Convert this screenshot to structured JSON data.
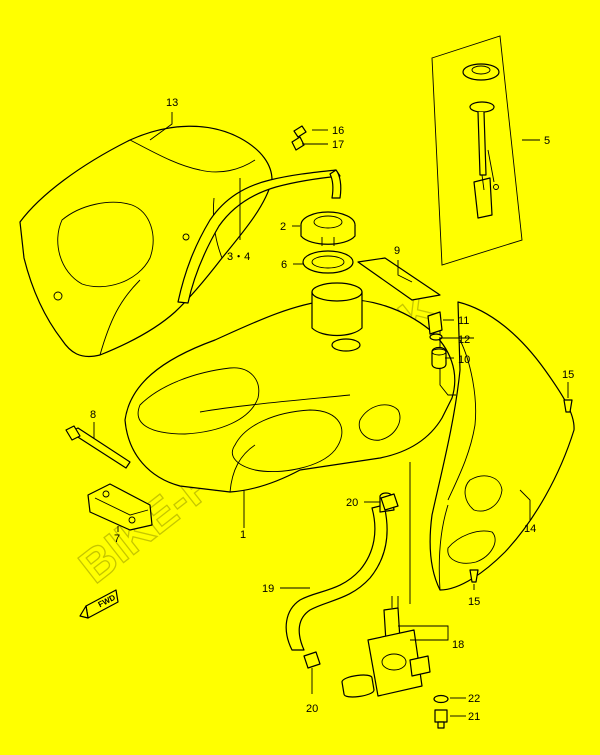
{
  "diagram": {
    "watermark": "BIKE-PARTS.CO.UK",
    "fwd_label": "FWD",
    "callouts": {
      "c1": "1",
      "c2": "2",
      "c3_4": "3・4",
      "c5": "5",
      "c6": "6",
      "c7": "7",
      "c8": "8",
      "c9": "9",
      "c10": "10",
      "c11": "11",
      "c12": "12",
      "c13": "13",
      "c14": "14",
      "c15a": "15",
      "c15b": "15",
      "c16": "16",
      "c17": "17",
      "c18": "18",
      "c19": "19",
      "c20a": "20",
      "c20b": "20",
      "c21": "21",
      "c22": "22"
    }
  }
}
